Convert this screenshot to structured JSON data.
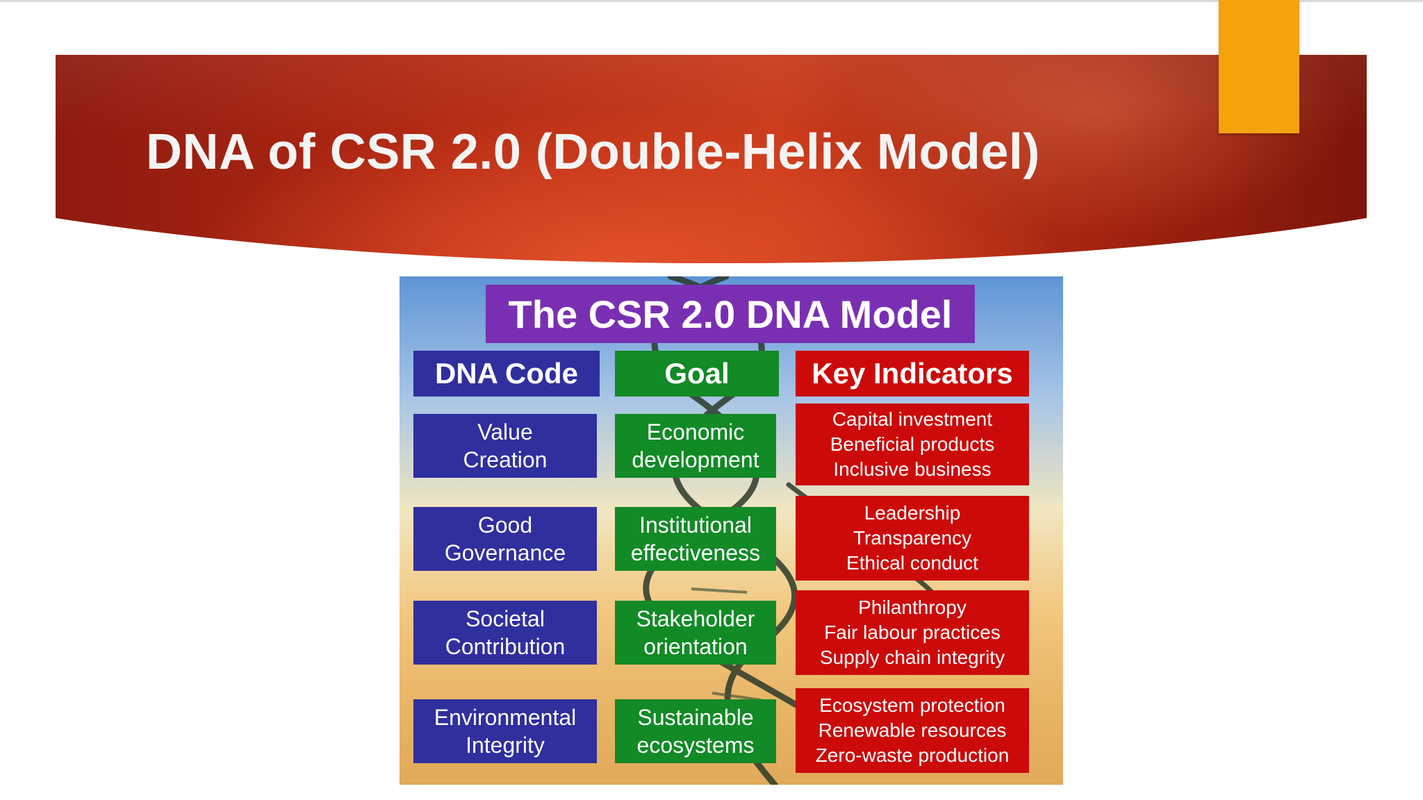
{
  "slide": {
    "title": "DNA of CSR 2.0 (Double-Helix Model)",
    "accent_color": "#f4a30c",
    "banner_color": "#c93a1a"
  },
  "figure": {
    "model_title": "The CSR 2.0 DNA Model",
    "headers": {
      "dna_code": "DNA Code",
      "goal": "Goal",
      "key_indicators": "Key Indicators"
    },
    "rows": [
      {
        "dna_code": [
          "Value",
          "Creation"
        ],
        "goal": [
          "Economic",
          "development"
        ],
        "indicators": [
          "Capital investment",
          "Beneficial products",
          "Inclusive business"
        ]
      },
      {
        "dna_code": [
          "Good",
          "Governance"
        ],
        "goal": [
          "Institutional",
          "effectiveness"
        ],
        "indicators": [
          "Leadership",
          "Transparency",
          "Ethical conduct"
        ]
      },
      {
        "dna_code": [
          "Societal",
          "Contribution"
        ],
        "goal": [
          "Stakeholder",
          "orientation"
        ],
        "indicators": [
          "Philanthropy",
          "Fair labour practices",
          "Supply chain integrity"
        ]
      },
      {
        "dna_code": [
          "Environmental",
          "Integrity"
        ],
        "goal": [
          "Sustainable",
          "ecosystems"
        ],
        "indicators": [
          "Ecosystem protection",
          "Renewable resources",
          "Zero-waste production"
        ]
      }
    ],
    "colors": {
      "title_bg": "#7a2fb3",
      "dna_code_bg": "#2f2f9e",
      "goal_bg": "#128a26",
      "indicator_bg": "#cc0a0a"
    }
  }
}
